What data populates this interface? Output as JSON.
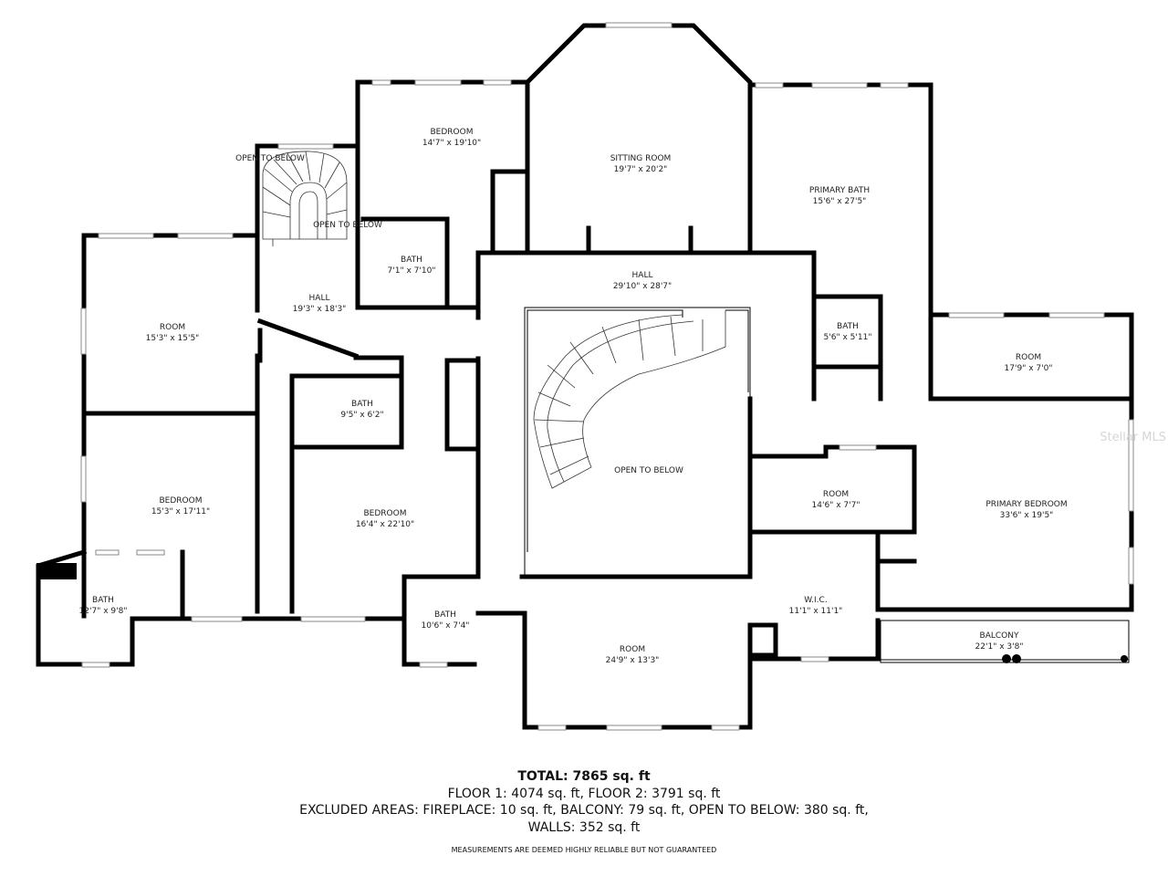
{
  "rooms": {
    "bedroom_top": {
      "name": "BEDROOM",
      "dims": "14'7\" x 19'10\""
    },
    "sitting_room": {
      "name": "SITTING ROOM",
      "dims": "19'7\" x 20'2\""
    },
    "primary_bath": {
      "name": "PRIMARY BATH",
      "dims": "15'6\" x 27'5\""
    },
    "bath_small_top": {
      "name": "BATH",
      "dims": "7'1\" x 7'10\""
    },
    "hall_center": {
      "name": "HALL",
      "dims": "29'10\" x 28'7\""
    },
    "hall_left": {
      "name": "HALL",
      "dims": "19'3\" x 18'3\""
    },
    "room_left": {
      "name": "ROOM",
      "dims": "15'3\" x 15'5\""
    },
    "bath_right": {
      "name": "BATH",
      "dims": "5'6\" x 5'11\""
    },
    "room_right": {
      "name": "ROOM",
      "dims": "17'9\" x 7'0\""
    },
    "bath_mid": {
      "name": "BATH",
      "dims": "9'5\" x 6'2\""
    },
    "room_mid_right": {
      "name": "ROOM",
      "dims": "14'6\" x 7'7\""
    },
    "bedroom_left": {
      "name": "BEDROOM",
      "dims": "15'3\" x 17'11\""
    },
    "bedroom_mid": {
      "name": "BEDROOM",
      "dims": "16'4\" x 22'10\""
    },
    "primary_bedroom": {
      "name": "PRIMARY BEDROOM",
      "dims": "33'6\" x 19'5\""
    },
    "bath_bottom_left": {
      "name": "BATH",
      "dims": "12'7\" x 9'8\""
    },
    "bath_bottom_mid": {
      "name": "BATH",
      "dims": "10'6\" x 7'4\""
    },
    "wic": {
      "name": "W.I.C.",
      "dims": "11'1\" x 11'1\""
    },
    "balcony": {
      "name": "BALCONY",
      "dims": "22'1\" x 3'8\""
    },
    "room_bottom": {
      "name": "ROOM",
      "dims": "24'9\" x 13'3\""
    }
  },
  "open_labels": {
    "stair_left_a": "OPEN TO BELOW",
    "stair_left_b": "OPEN TO BELOW",
    "center": "OPEN TO BELOW"
  },
  "totals": {
    "total": "TOTAL: 7865 sq. ft",
    "floors": "FLOOR 1: 4074 sq. ft, FLOOR 2: 3791 sq. ft",
    "excluded": "EXCLUDED AREAS: FIREPLACE: 10 sq. ft, BALCONY: 79 sq. ft, OPEN TO BELOW: 380 sq. ft,",
    "walls": "WALLS: 352 sq. ft",
    "disclaimer": "MEASUREMENTS ARE DEEMED HIGHLY RELIABLE BUT NOT GUARANTEED"
  },
  "watermark": "Stellar MLS",
  "colors": {
    "wall": "#000000",
    "background": "#ffffff",
    "label": "#222222"
  }
}
